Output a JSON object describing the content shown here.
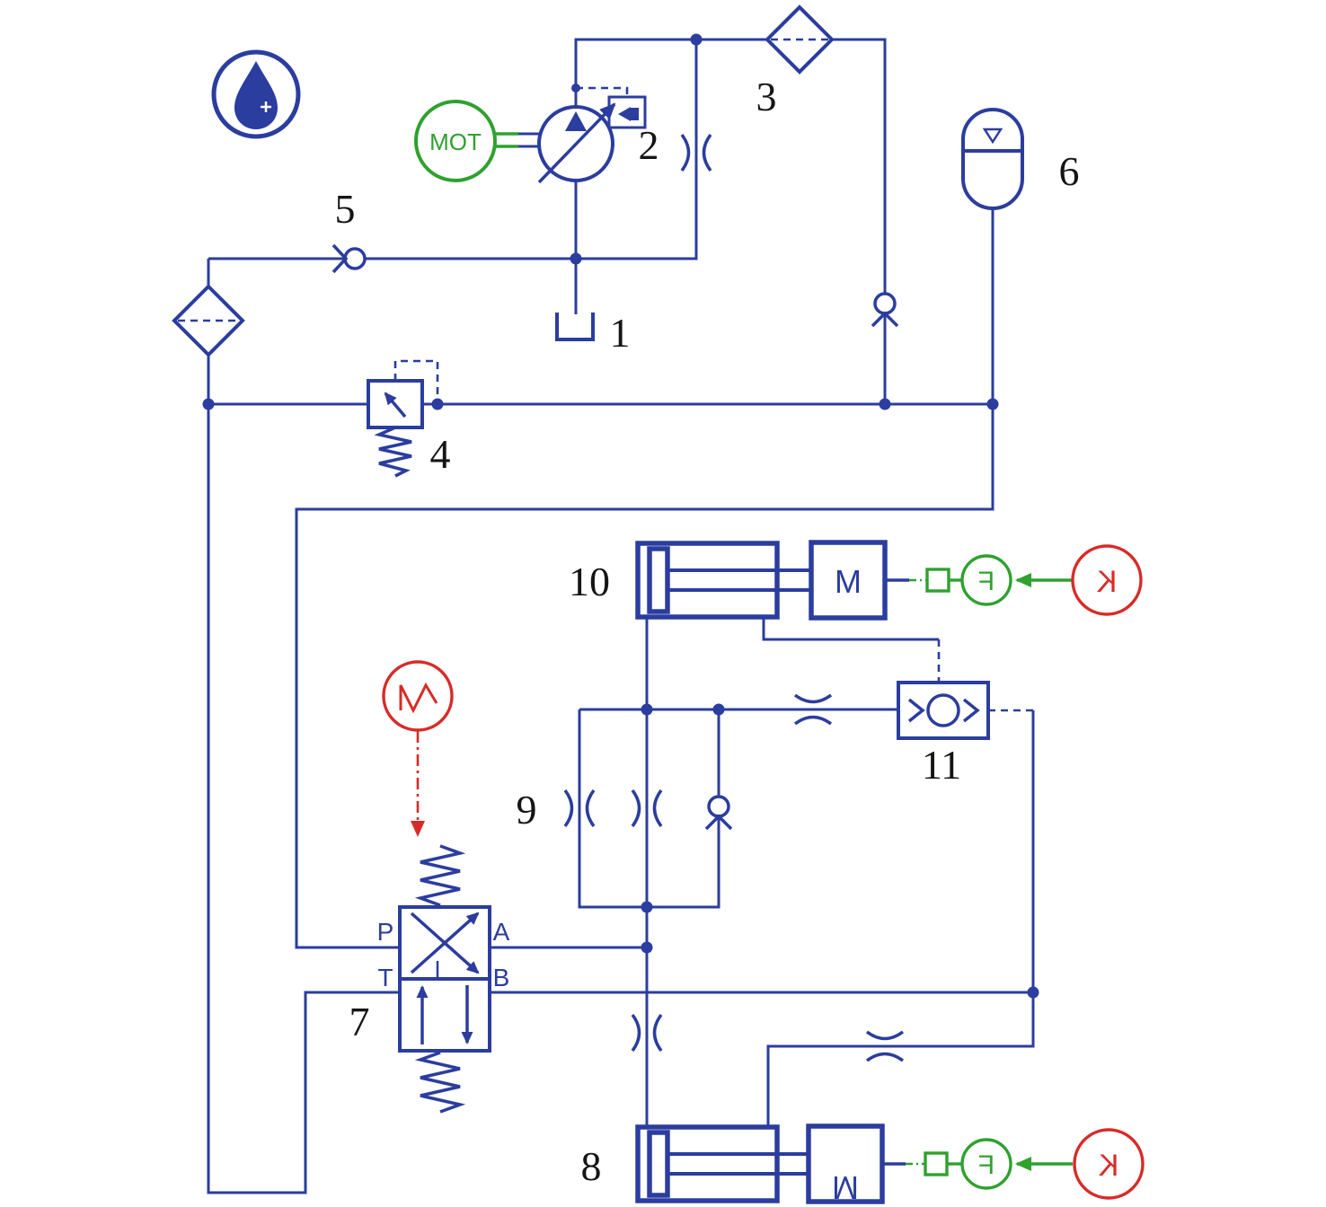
{
  "diagram": {
    "kind": "hydraulic-circuit-schematic",
    "colors": {
      "line": "#2b3d9e",
      "green": "#2fa12e",
      "red": "#d82b27",
      "label": "#151515",
      "background": "#ffffff"
    },
    "labels": {
      "c1": "1",
      "c2": "2",
      "c3": "3",
      "c4": "4",
      "c5": "5",
      "c6": "6",
      "c7": "7",
      "c8": "8",
      "c9": "9",
      "c10": "10",
      "c11": "11"
    },
    "texts": {
      "motor": "MOT",
      "mass_upper": "M",
      "mass_lower": "M",
      "force_upper": "F",
      "force_lower": "F",
      "gain_upper": "K",
      "gain_lower": "K",
      "port_p": "P",
      "port_a": "A",
      "port_t": "T",
      "port_b": "B"
    },
    "components": {
      "1": "tank",
      "2": "variable-displacement-pump",
      "3": "pressure-filter",
      "4": "pressure-relief-valve",
      "5": "check-valve",
      "6": "gas-accumulator",
      "7": "proportional-directional-valve",
      "8": "hydraulic-cylinder-with-mass",
      "9": "orifice-bridge",
      "10": "hydraulic-cylinder-with-mass",
      "11": "flow-control-valve"
    }
  }
}
